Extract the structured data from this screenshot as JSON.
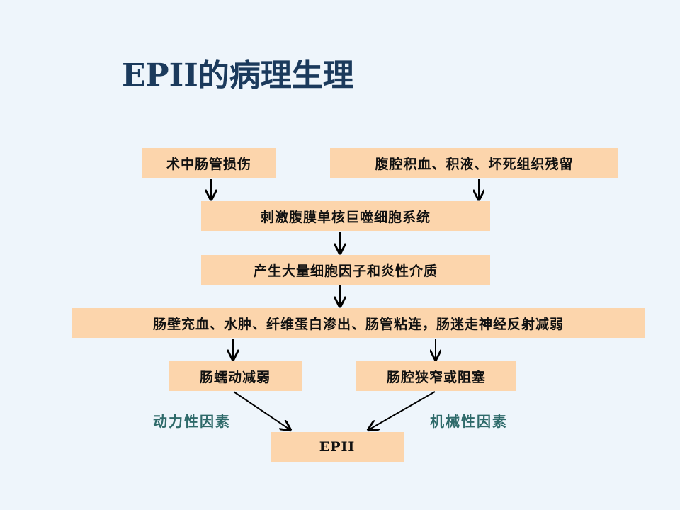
{
  "title": "EPII的病理生理",
  "boxes": {
    "surgery": "术中肠管损伤",
    "abdominal": "腹腔积血、积液、坏死组织残留",
    "stimulate": "刺激腹膜单核巨噬细胞系统",
    "produce": "产生大量细胞因子和炎性介质",
    "intestinal": "肠壁充血、水肿、纤维蛋白渗出、肠管粘连，肠迷走神经反射减弱",
    "motility": "肠蠕动减弱",
    "narrowing": "肠腔狭窄或阻塞",
    "epii": "EPII"
  },
  "factors": {
    "dynamic": "动力性因素",
    "mechanical": "机械性因素"
  }
}
